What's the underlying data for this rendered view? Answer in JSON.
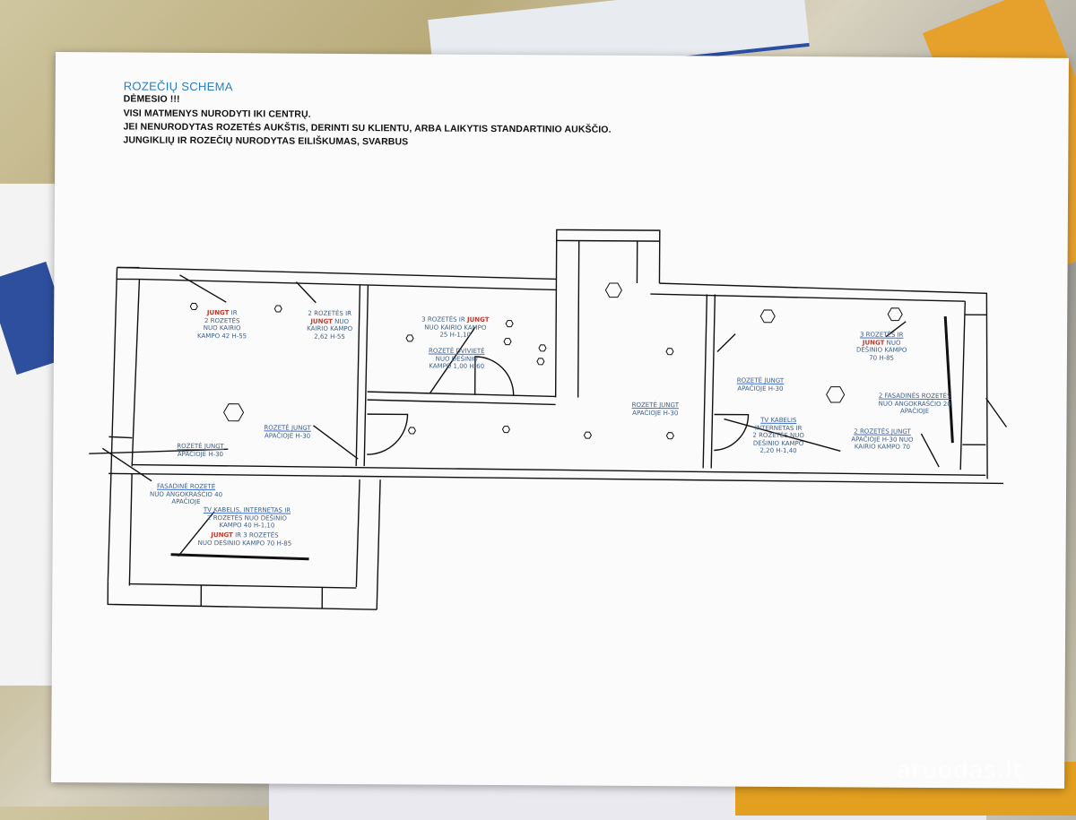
{
  "header": {
    "title": "ROZEČIŲ SCHEMA",
    "line1": "DĖMESIO !!!",
    "line2": "VISI MATMENYS NURODYTI IKI CENTRŲ.",
    "line3": "JEI NENURODYTAS ROZETĖS AUKŠTIS, DERINTI SU KLIENTU,  ARBA LAIKYTIS STANDARTINIO AUKŠČIO.",
    "line4_a": "JUNGIKLIŲ IR ROZEČIŲ NURODYTAS ",
    "line4_b": "EILIŠKUMAS, SVARBUS"
  },
  "labels": {
    "l1": {
      "a": "JUNGT",
      "b": " IR",
      "c": "2 ROZETĖS",
      "d": "NUO KAIRIO",
      "e": "KAMPO 42 H-55"
    },
    "l2": {
      "a": "2 ROZETĖS IR",
      "b": "JUNGT",
      "c": " NUO",
      "d": "KAIRIO KAMPO",
      "e": "2,62 H-55"
    },
    "l3": {
      "a": "3 ROZETĖS IR ",
      "b": "JUNGT",
      "c": "NUO KAIRIO KAMPO",
      "d": "25 H-1,10"
    },
    "l4": {
      "a": "ROZETĖ DVIVIETĖ",
      "b": "NUO DEŠINIO",
      "c": "KAMPO 1,00 H-60"
    },
    "l5": {
      "a": "ROZETĖ JUNGT",
      "b": "APAČIOJE H-30"
    },
    "l6": {
      "a": "ROZETĖ JUNGT",
      "b": "APAČIOJE H-30"
    },
    "l7": {
      "a": "ROZETĖ JUNGT",
      "b": "APAČIOJE H-30"
    },
    "l8": {
      "a": "ROZETĖ JUNGT",
      "b": "APAČIOJE H-30"
    },
    "l9": {
      "a": "3 ROZETĖS IR",
      "b": "JUNGT",
      "c": " NUO",
      "d": "DEŠINIO KAMPO",
      "e": "70 H-85"
    },
    "l10": {
      "a": "2 FASADINĖS ROZETĖS",
      "b": "NUO ANGOKRAŠČIO 20",
      "c": "APAČIOJE"
    },
    "l11": {
      "a": "TV KABELIS",
      "b": "INTERNETAS IR",
      "c": "2 ROZETĖS NUO",
      "d": "DEŠINIO KAMPO",
      "e": "2,20 H-1,40"
    },
    "l12": {
      "a": "2 ROZETĖS JUNGT",
      "b": "APAČIOJE H-30 NUO",
      "c": "KAIRIO KAMPO 70"
    },
    "l13": {
      "a": "FASADINĖ ROZETĖ",
      "b": "NUO ANGOKRAŠČIO 40",
      "c": "APAČIOJE"
    },
    "l14": {
      "a": "TV KABELIS, INTERNETAS IR",
      "b": "2 ROZETĖS NUO DEŠINIO",
      "c": "KAMPO 40 H-1,10"
    },
    "l15": {
      "a": "JUNGT",
      "b": " IR 3 ROZETĖS",
      "c": "NUO DEŠINIO KAMPO 70 H-85"
    }
  },
  "watermark": "aruodas.lt",
  "colors": {
    "label_text": "#3e5f85",
    "label_accent": "#c0392b",
    "title": "#2b7dbb",
    "leader_line": "#111111"
  }
}
